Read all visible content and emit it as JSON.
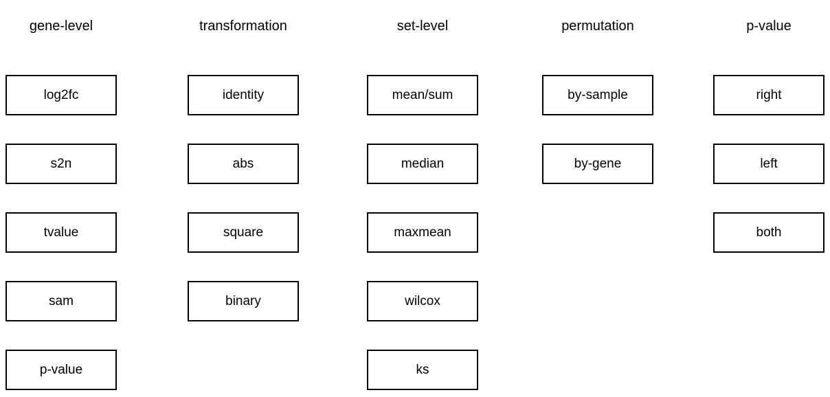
{
  "colors": {
    "background": "#ffffff",
    "box_border": "#000000",
    "text": "#000000"
  },
  "columns": [
    {
      "header": "gene-level",
      "items": [
        "log2fc",
        "s2n",
        "tvalue",
        "sam",
        "p-value"
      ]
    },
    {
      "header": "transformation",
      "items": [
        "identity",
        "abs",
        "square",
        "binary"
      ]
    },
    {
      "header": "set-level",
      "items": [
        "mean/sum",
        "median",
        "maxmean",
        "wilcox",
        "ks"
      ]
    },
    {
      "header": "permutation",
      "items": [
        "by-sample",
        "by-gene"
      ]
    },
    {
      "header": "p-value",
      "items": [
        "right",
        "left",
        "both"
      ]
    }
  ]
}
